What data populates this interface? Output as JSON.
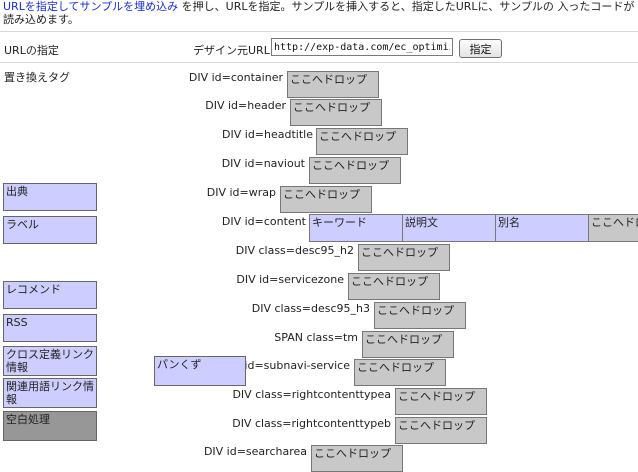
{
  "intro": {
    "link_text": "URLを指定してサンプルを埋め込み",
    "rest_text": " を押し、URLを指定。サンプルを挿入すると、指定したURLに、サンプルの 入ったコードが読み込めます。"
  },
  "url_section": {
    "label": "URLの指定",
    "field_label": "デザイン元URL",
    "value": "http://exp-data.com/ec_optimizer/",
    "button_label": "指定"
  },
  "replace_section": {
    "label": "置き換えタグ"
  },
  "drop_text": "ここへドロップ",
  "tags": [
    {
      "label": "DIV id=container"
    },
    {
      "label": "DIV id=header"
    },
    {
      "label": "DIV id=headtitle"
    },
    {
      "label": "DIV id=naviout"
    },
    {
      "label": "DIV id=wrap"
    },
    {
      "label": "DIV id=content"
    },
    {
      "label": "DIV class=desc95_h2"
    },
    {
      "label": "DIV id=servicezone"
    },
    {
      "label": "DIV class=desc95_h3"
    },
    {
      "label": "SPAN class=tm"
    },
    {
      "label": "DIV id=subnavi-service"
    },
    {
      "label": "DIV class=rightcontenttypea"
    },
    {
      "label": "DIV class=rightcontenttypeb"
    },
    {
      "label": "DIV id=searcharea"
    }
  ],
  "content_row": {
    "items": [
      "キーワード",
      "説明文",
      "別名",
      "ここへドロップ"
    ]
  },
  "samples": [
    {
      "label": "出典"
    },
    {
      "label": "ラベル"
    },
    {
      "label": "レコメンド"
    },
    {
      "label": "RSS"
    },
    {
      "label": "クロス定義リンク情報"
    },
    {
      "label": "関連用語リンク情報"
    },
    {
      "label": "空白処理"
    },
    {
      "label": "パンくず"
    }
  ]
}
